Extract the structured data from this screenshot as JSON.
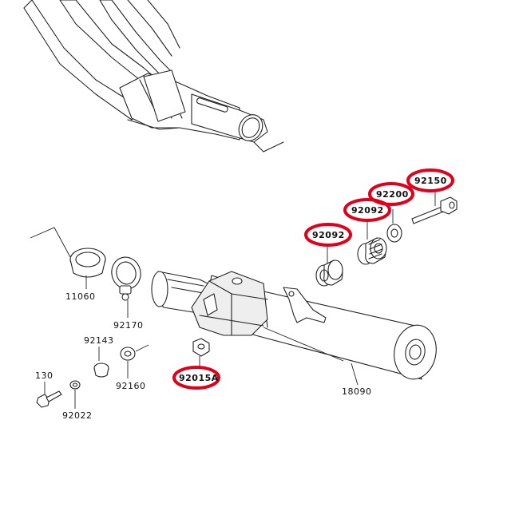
{
  "parts": [
    {
      "id": "p11060",
      "number": "11060",
      "highlighted": false
    },
    {
      "id": "p92170",
      "number": "92170",
      "highlighted": false
    },
    {
      "id": "p92143",
      "number": "92143",
      "highlighted": false
    },
    {
      "id": "p92160",
      "number": "92160",
      "highlighted": false
    },
    {
      "id": "p130",
      "number": "130",
      "highlighted": false
    },
    {
      "id": "p92022",
      "number": "92022",
      "highlighted": false
    },
    {
      "id": "p92015A",
      "number": "92015A",
      "highlighted": true
    },
    {
      "id": "p18090",
      "number": "18090",
      "highlighted": false
    },
    {
      "id": "p92092a",
      "number": "92092",
      "highlighted": true
    },
    {
      "id": "p92092b",
      "number": "92092",
      "highlighted": true
    },
    {
      "id": "p92200",
      "number": "92200",
      "highlighted": true
    },
    {
      "id": "p92150",
      "number": "92150",
      "highlighted": true
    }
  ],
  "colors": {
    "highlight_ring": "#e0001b",
    "line": "#222222",
    "background": "#ffffff"
  }
}
